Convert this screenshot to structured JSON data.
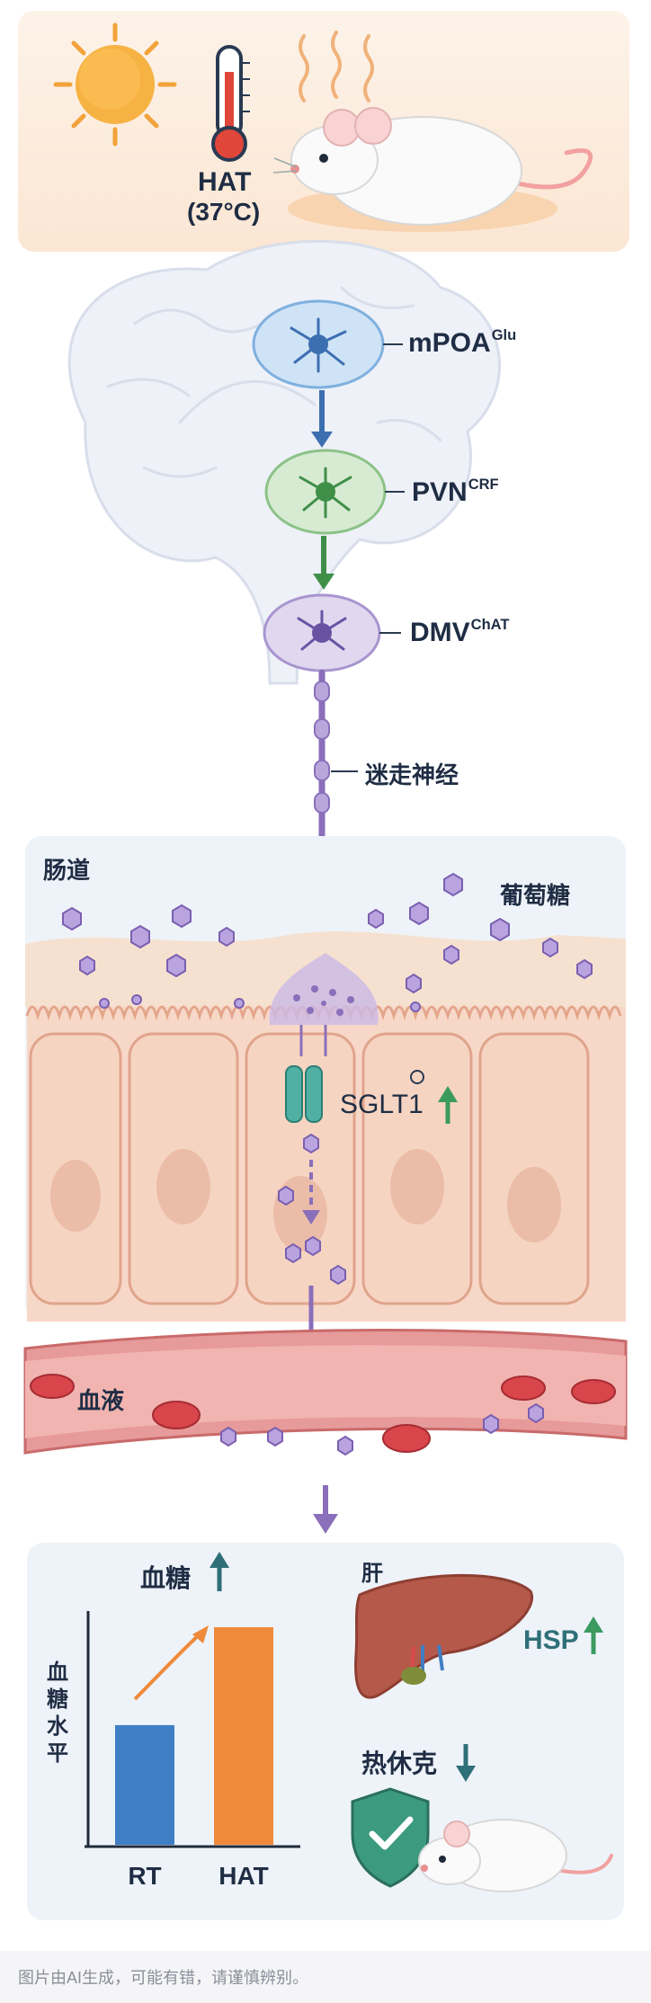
{
  "heat": {
    "title": "HAT",
    "temp": "(37°C)"
  },
  "brain": {
    "nodes": [
      {
        "name": "mPOA",
        "sup": "Glu"
      },
      {
        "name": "PVN",
        "sup": "CRF"
      },
      {
        "name": "DMV",
        "sup": "ChAT"
      }
    ],
    "nerve_label": "迷走神经"
  },
  "gut": {
    "label": "肠道",
    "glucose_label": "葡萄糖",
    "transporter": "SGLT1",
    "up_arrow": "↑"
  },
  "blood": {
    "label": "血液"
  },
  "summary": {
    "chart_title": "血糖",
    "up_arrow": "↑",
    "down_arrow": "↓",
    "y_label": "血糖水平",
    "liver_label": "肝",
    "hsp_label": "HSP",
    "heatshock_label": "热休克"
  },
  "chart_data": {
    "type": "bar",
    "categories": [
      "RT",
      "HAT"
    ],
    "values": [
      0.55,
      1.0
    ],
    "ylabel": "血糖水平",
    "colors": [
      "#3f7fc4",
      "#ef8a3b"
    ]
  },
  "colors": {
    "heat_arrow": "#e0733a",
    "blue_neuron": "#4f8fcf",
    "green_neuron": "#5aa25a",
    "purple_neuron": "#8a6fba",
    "up_green": "#3c9a5f",
    "down_teal": "#2f6f78"
  },
  "footer": "图片由AI生成，可能有错，请谨慎辨别。"
}
